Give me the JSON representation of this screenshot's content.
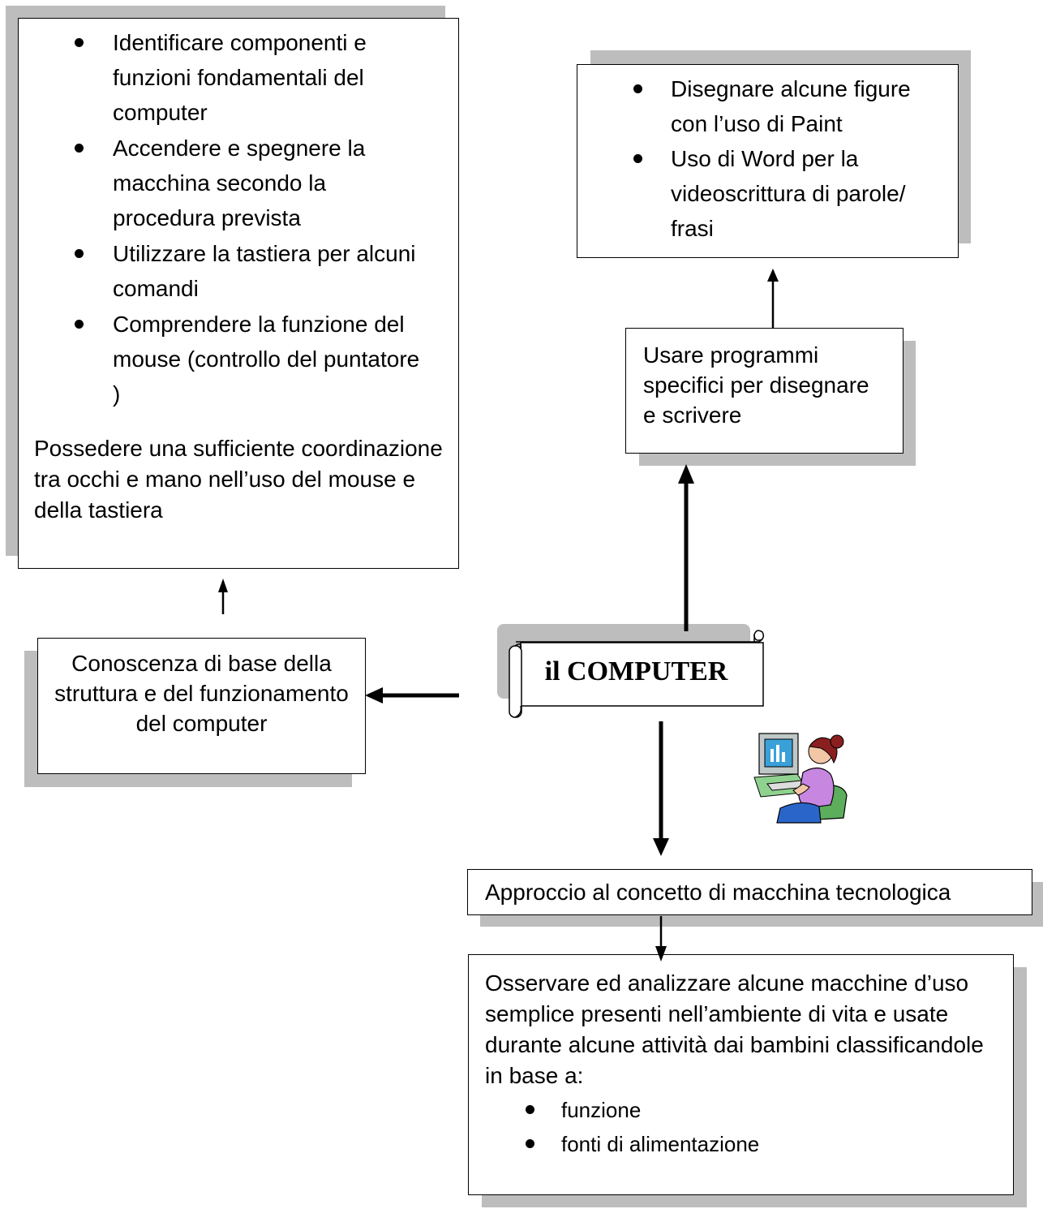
{
  "diagram": {
    "top_left_box": {
      "items": [
        "Identificare componenti e funzioni fondamentali del computer",
        " Accendere e spegnere la macchina  secondo la procedura prevista",
        "Utilizzare la  tastiera per alcuni comandi",
        "Comprendere la funzione del  mouse (controllo del puntatore )"
      ],
      "note": "Possedere una sufficiente coordinazione tra occhi e mano nell’uso del mouse e della tastiera"
    },
    "top_right_box": {
      "items": [
        "Disegnare alcune figure con l’uso di Paint",
        "Uso di Word per la videoscrittura di parole/  frasi"
      ]
    },
    "programs_box": {
      "text": "Usare programmi specifici per disegnare e scrivere"
    },
    "structure_box": {
      "text": "Conoscenza di base della struttura e del funzionamento del computer"
    },
    "center_scroll": {
      "text": "il COMPUTER"
    },
    "machine_box": {
      "text": "Approccio al concetto di macchina tecnologica"
    },
    "bottom_box": {
      "text": "Osservare ed analizzare alcune macchine d’uso semplice presenti nell’ambiente di vita e usate  durante alcune  attività dai bambini classificandole in base a:",
      "items": [
        "funzione",
        "fonti di alimentazione"
      ]
    },
    "clipart": {
      "icon": "person-at-computer-icon"
    }
  }
}
